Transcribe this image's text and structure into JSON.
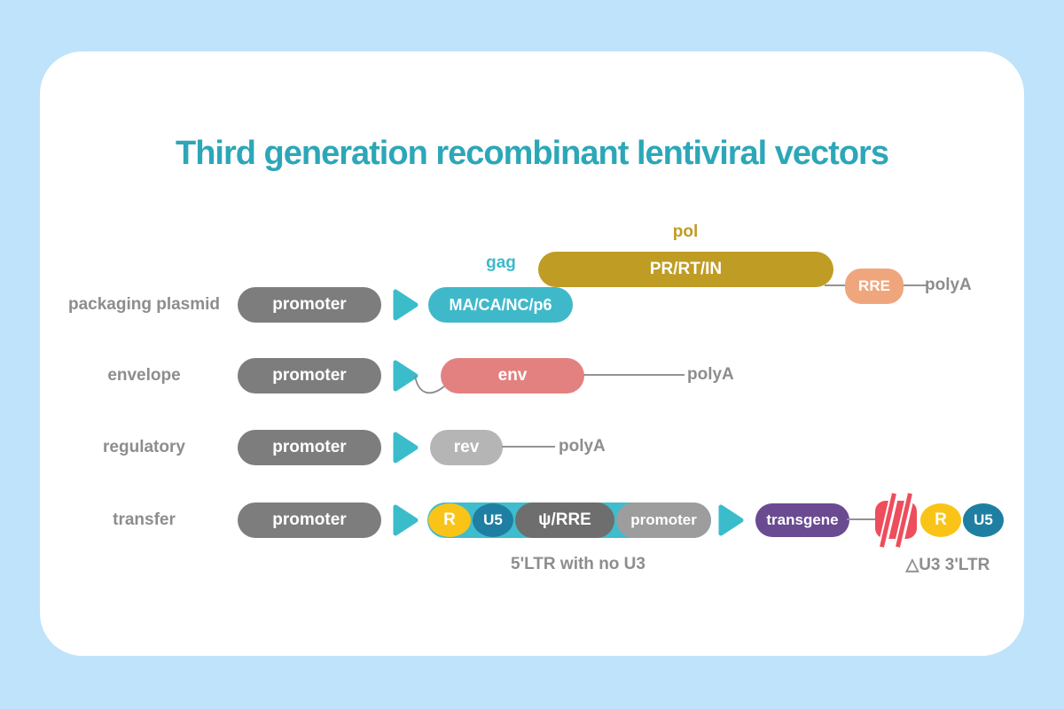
{
  "title": "Third generation recombinant lentiviral vectors",
  "colors": {
    "bg": "#bee3fa",
    "card": "#ffffff",
    "teal": "#2ca7b8",
    "arrow": "#3bbccb",
    "gray_pill": "#7d7d7d",
    "text_gray": "#8d8d8d",
    "gag_teal": "#3fb9c9",
    "gold": "#bf9c24",
    "salmon": "#f0a67d",
    "env_red": "#e38181",
    "rev_gray": "#b5b5b5",
    "band_teal": "#3fbccd",
    "yellow": "#f9c417",
    "dark_teal": "#1e7fa2",
    "dark_gray": "#6e6e6e",
    "mid_gray": "#9d9d9d",
    "purple": "#6a4a91",
    "slash_red": "#ee4d5c"
  },
  "diagram": {
    "rows": [
      {
        "label": "packaging plasmid",
        "promoter": "promoter"
      },
      {
        "label": "envelope",
        "promoter": "promoter"
      },
      {
        "label": "regulatory",
        "promoter": "promoter"
      },
      {
        "label": "transfer",
        "promoter": "promoter"
      }
    ],
    "polya": "polyA",
    "gag": {
      "label": "gag",
      "box": "MA/CA/NC/p6"
    },
    "pol": {
      "label": "pol",
      "box": "PR/RT/IN"
    },
    "rre": "RRE",
    "env": "env",
    "rev": "rev",
    "transfer": {
      "r": "R",
      "u5": "U5",
      "psi_rre": "ψ/RRE",
      "promoter": "promoter",
      "transgene": "transgene",
      "r2": "R",
      "u5b": "U5",
      "ltr5_caption": "5'LTR with no U3",
      "ltr3_caption": "△U3 3'LTR"
    }
  }
}
